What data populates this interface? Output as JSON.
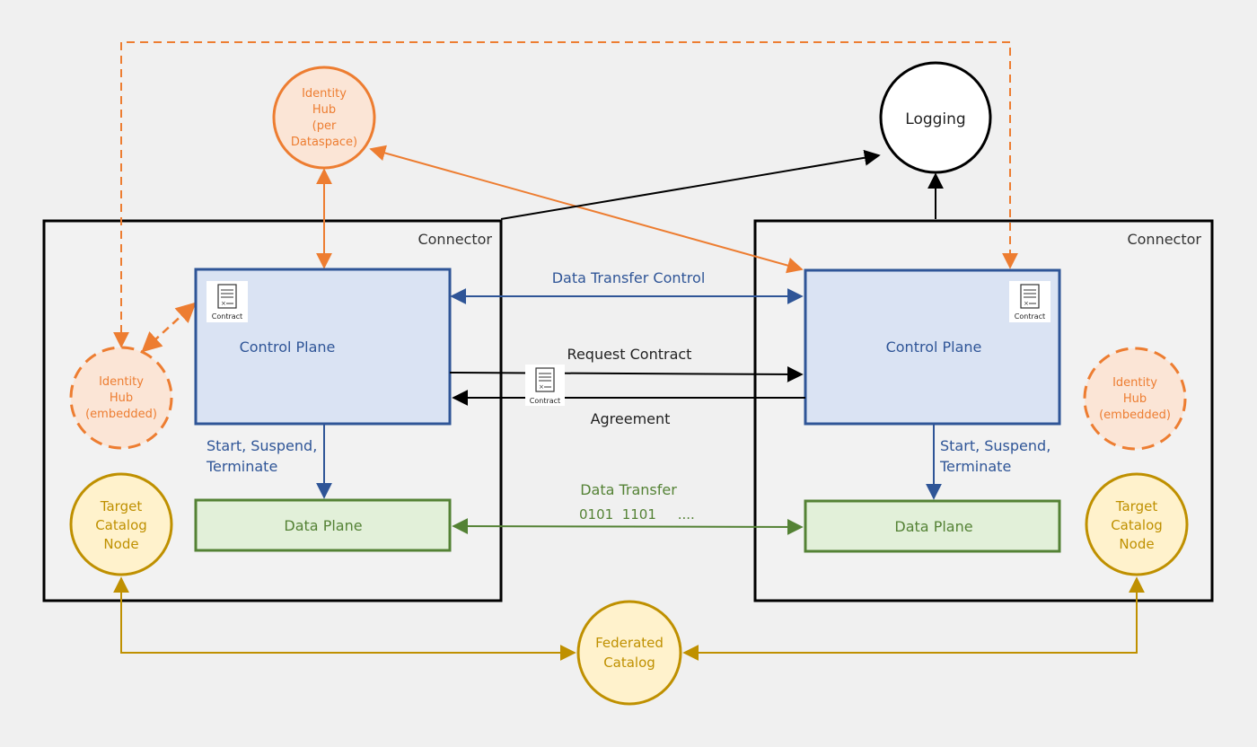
{
  "connectors": {
    "left": {
      "title": "Connector",
      "control_plane": "Control Plane",
      "data_plane": "Data Plane",
      "identity_hub": [
        "Identity",
        "Hub",
        "(embedded)"
      ],
      "catalog_node": [
        "Target",
        "Catalog",
        "Node"
      ],
      "start_label": [
        "Start, Suspend,",
        "Terminate"
      ],
      "contract_badge": "Contract"
    },
    "right": {
      "title": "Connector",
      "control_plane": "Control Plane",
      "data_plane": "Data Plane",
      "identity_hub": [
        "Identity",
        "Hub",
        "(embedded)"
      ],
      "catalog_node": [
        "Target",
        "Catalog",
        "Node"
      ],
      "start_label": [
        "Start, Suspend,",
        "Terminate"
      ],
      "contract_badge": "Contract"
    }
  },
  "identity_hub_dataspace": [
    "Identity",
    "Hub",
    "(per",
    "Dataspace)"
  ],
  "logging": "Logging",
  "federated_catalog": [
    "Federated",
    "Catalog"
  ],
  "links": {
    "data_transfer_control": "Data Transfer Control",
    "request_contract": "Request Contract",
    "agreement": "Agreement",
    "contract_badge": "Contract",
    "data_transfer": [
      "Data Transfer",
      "0101  1101     ...."
    ]
  },
  "colors": {
    "orange": "#ed7d31",
    "orange_fill": "#fbe5d6",
    "blue": "#2f5597",
    "blue_fill": "#dae3f3",
    "green": "#548235",
    "green_fill": "#e2f0d9",
    "gold": "#bf9000",
    "gold_fill": "#fff2cc",
    "black": "#000000"
  }
}
